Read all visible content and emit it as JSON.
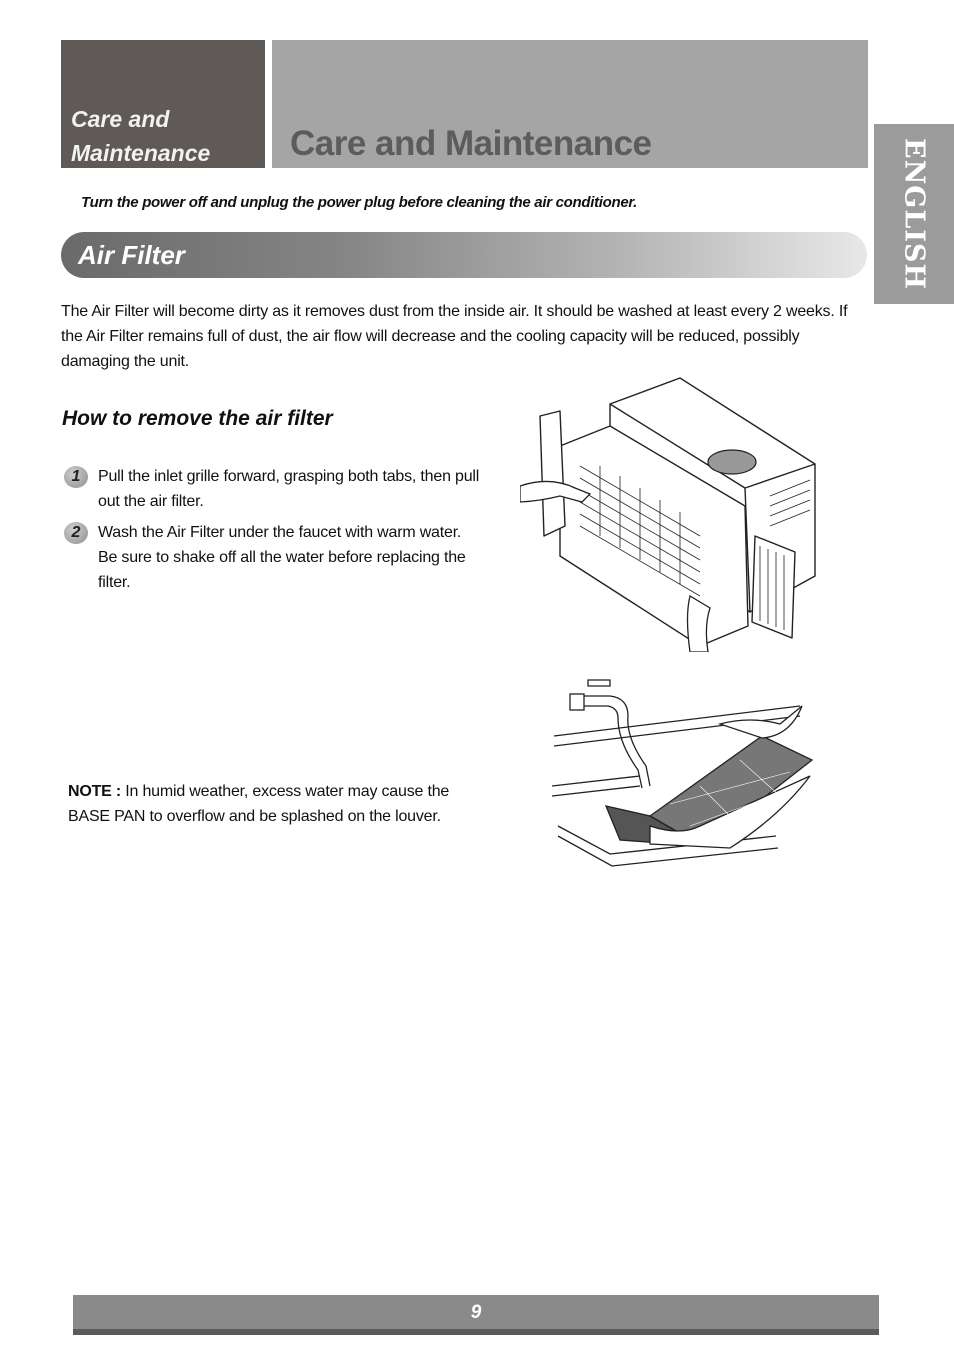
{
  "header": {
    "section_line1": "Care and",
    "section_line2": "Maintenance",
    "title": "Care and Maintenance"
  },
  "language_tab": "ENGLISH",
  "warning": "Turn the power off and unplug the power plug before cleaning the air conditioner.",
  "section": {
    "title": "Air Filter",
    "intro": "The Air Filter will become dirty as it removes dust from the inside air. It should be washed at least every 2 weeks. If the Air Filter remains full of dust, the air flow will decrease and the cooling capacity will be reduced, possibly damaging the unit."
  },
  "how_to": {
    "heading": "How to remove the air filter",
    "steps": [
      {
        "number": "1",
        "text": "Pull the inlet grille forward, grasping both tabs, then pull out the air filter."
      },
      {
        "number": "2",
        "text": "Wash the Air Filter under the faucet with warm water. Be sure to shake off all the water before replacing the filter."
      }
    ]
  },
  "note": {
    "label": "NOTE :",
    "text": " In humid weather, excess water may cause the BASE PAN to overflow and be splashed on the louver."
  },
  "illustrations": {
    "unit": "air-conditioner-filter-removal-illustration",
    "washing": "filter-washing-faucet-illustration"
  },
  "footer": {
    "page_number": "9"
  }
}
